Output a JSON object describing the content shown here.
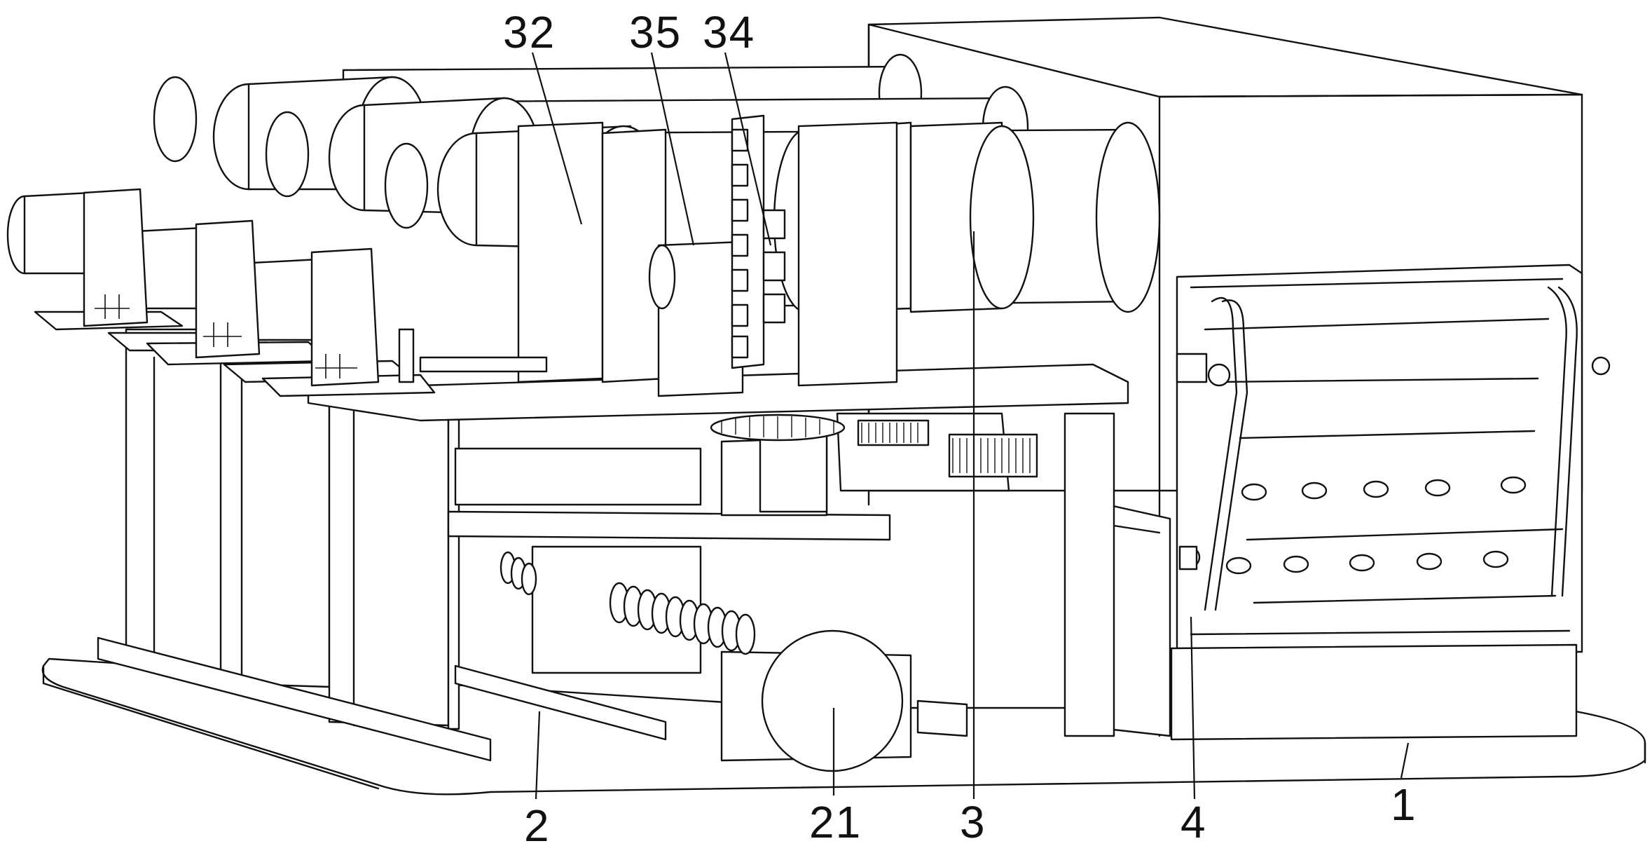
{
  "diagram": {
    "labels": [
      {
        "id": "32",
        "text": "32"
      },
      {
        "id": "35",
        "text": "35"
      },
      {
        "id": "34",
        "text": "34"
      },
      {
        "id": "2",
        "text": "2"
      },
      {
        "id": "21",
        "text": "21"
      },
      {
        "id": "3",
        "text": "3"
      },
      {
        "id": "4",
        "text": "4"
      },
      {
        "id": "1",
        "text": "1"
      }
    ]
  }
}
